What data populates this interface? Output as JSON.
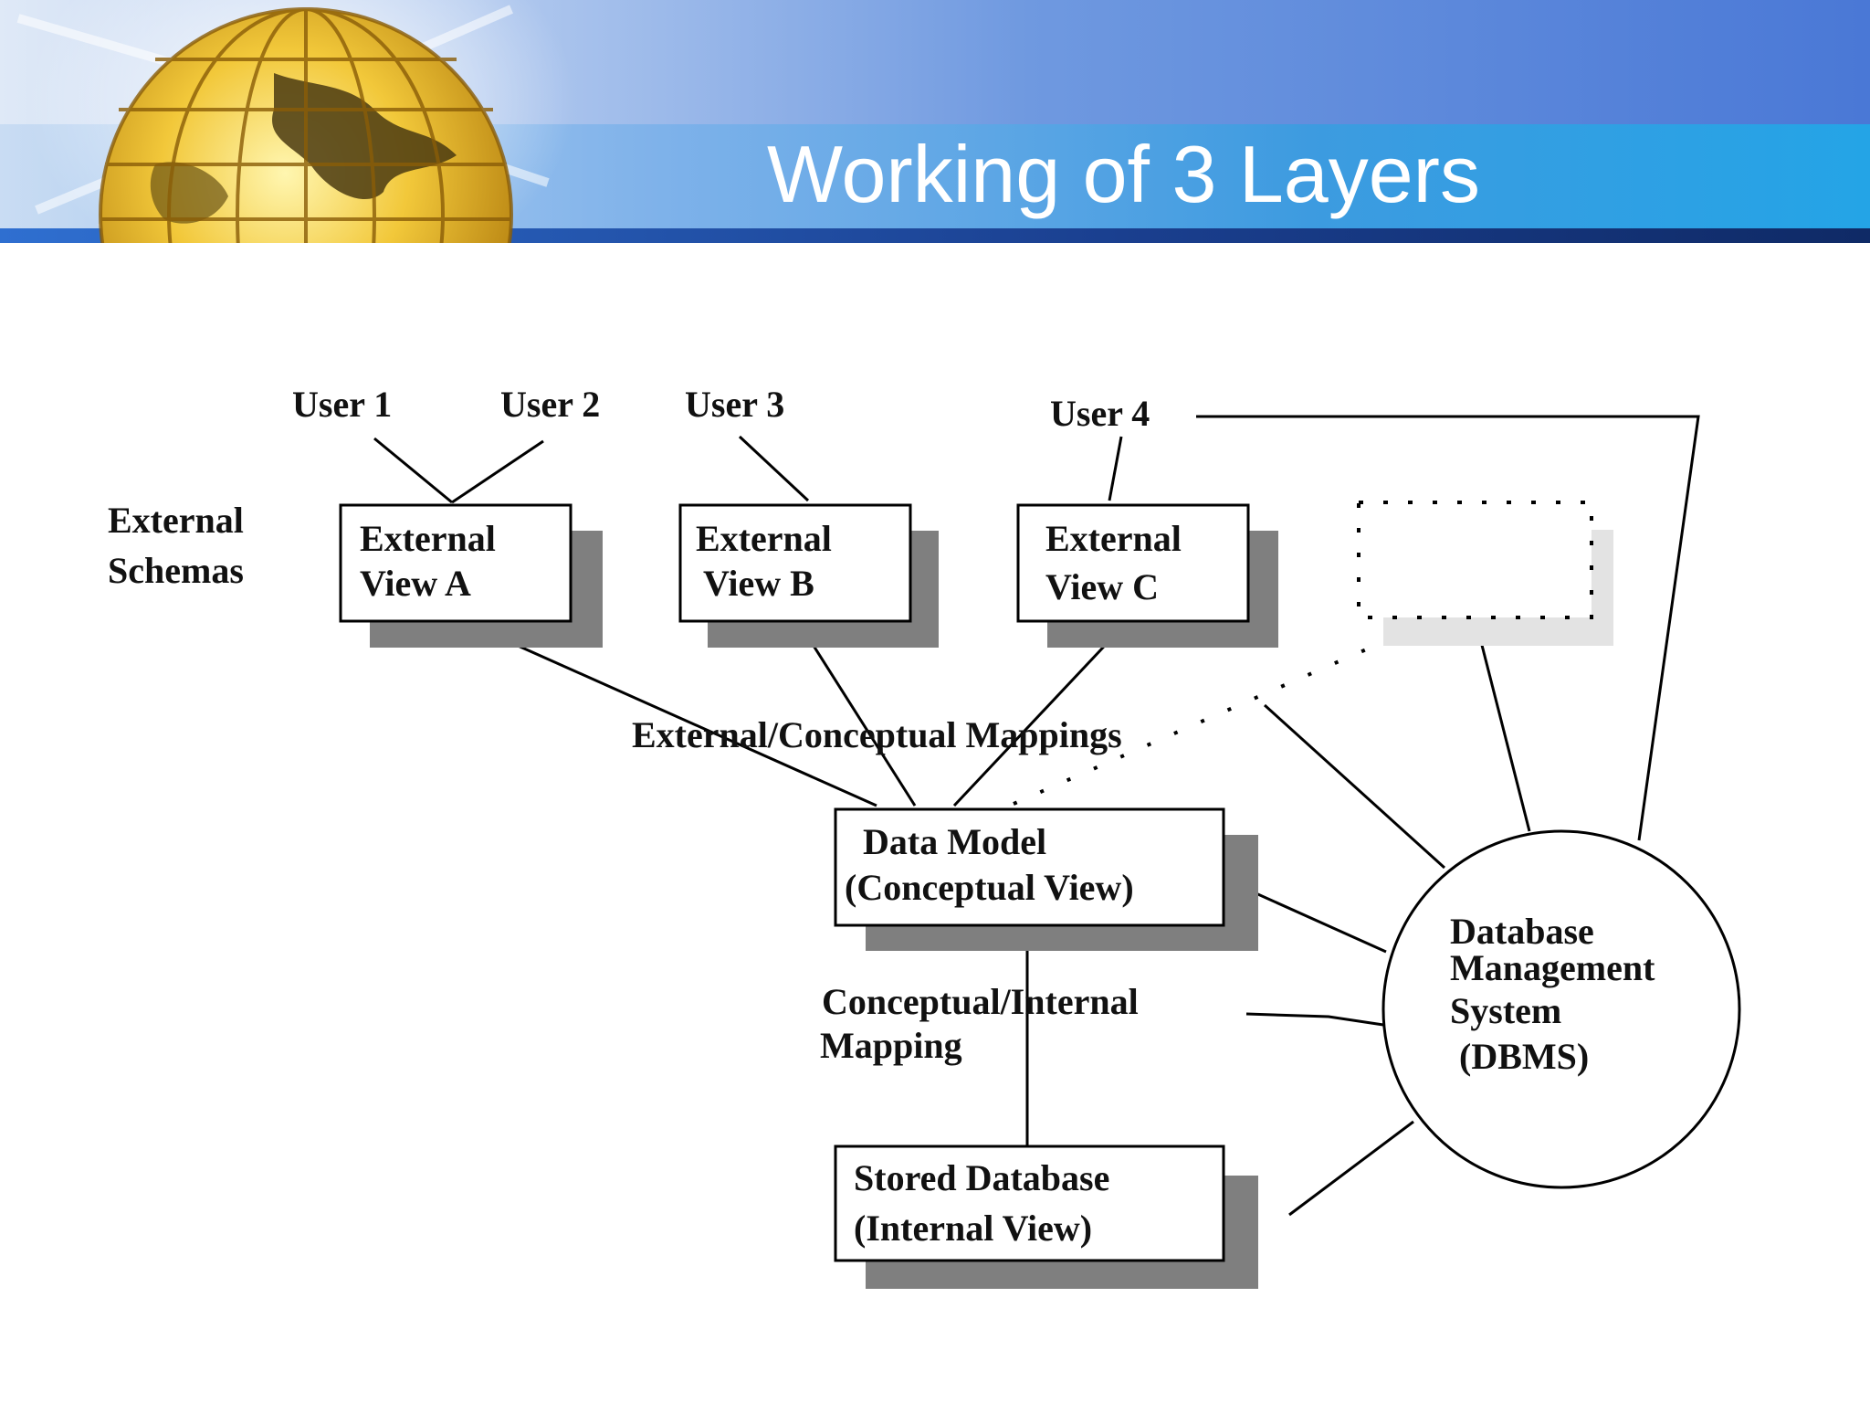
{
  "slide": {
    "title": "Working of 3 Layers"
  },
  "diagram": {
    "users": [
      "User 1",
      "User 2",
      "User 3",
      "User 4"
    ],
    "external_schemas_label": [
      "External",
      "Schemas"
    ],
    "external_views": [
      {
        "line1": "External",
        "line2": "View A"
      },
      {
        "line1": "External",
        "line2": "View B"
      },
      {
        "line1": "External",
        "line2": "View C"
      }
    ],
    "external_conceptual_mappings": "External/Conceptual Mappings",
    "conceptual_view": {
      "line1": "Data Model",
      "line2": "(Conceptual View)"
    },
    "conceptual_internal_mapping": [
      "Conceptual/Internal",
      "Mapping"
    ],
    "internal_view": {
      "line1": "Stored Database",
      "line2": "(Internal View)"
    },
    "dbms": [
      "Database",
      "Management",
      "System",
      "(DBMS)"
    ]
  },
  "colors": {
    "header_dark": "#0e3a8c",
    "header_light": "#9fc3ee",
    "accent_bar": "#1e5bb8",
    "box_shadow": "#7f7f7f",
    "line": "#000000"
  }
}
